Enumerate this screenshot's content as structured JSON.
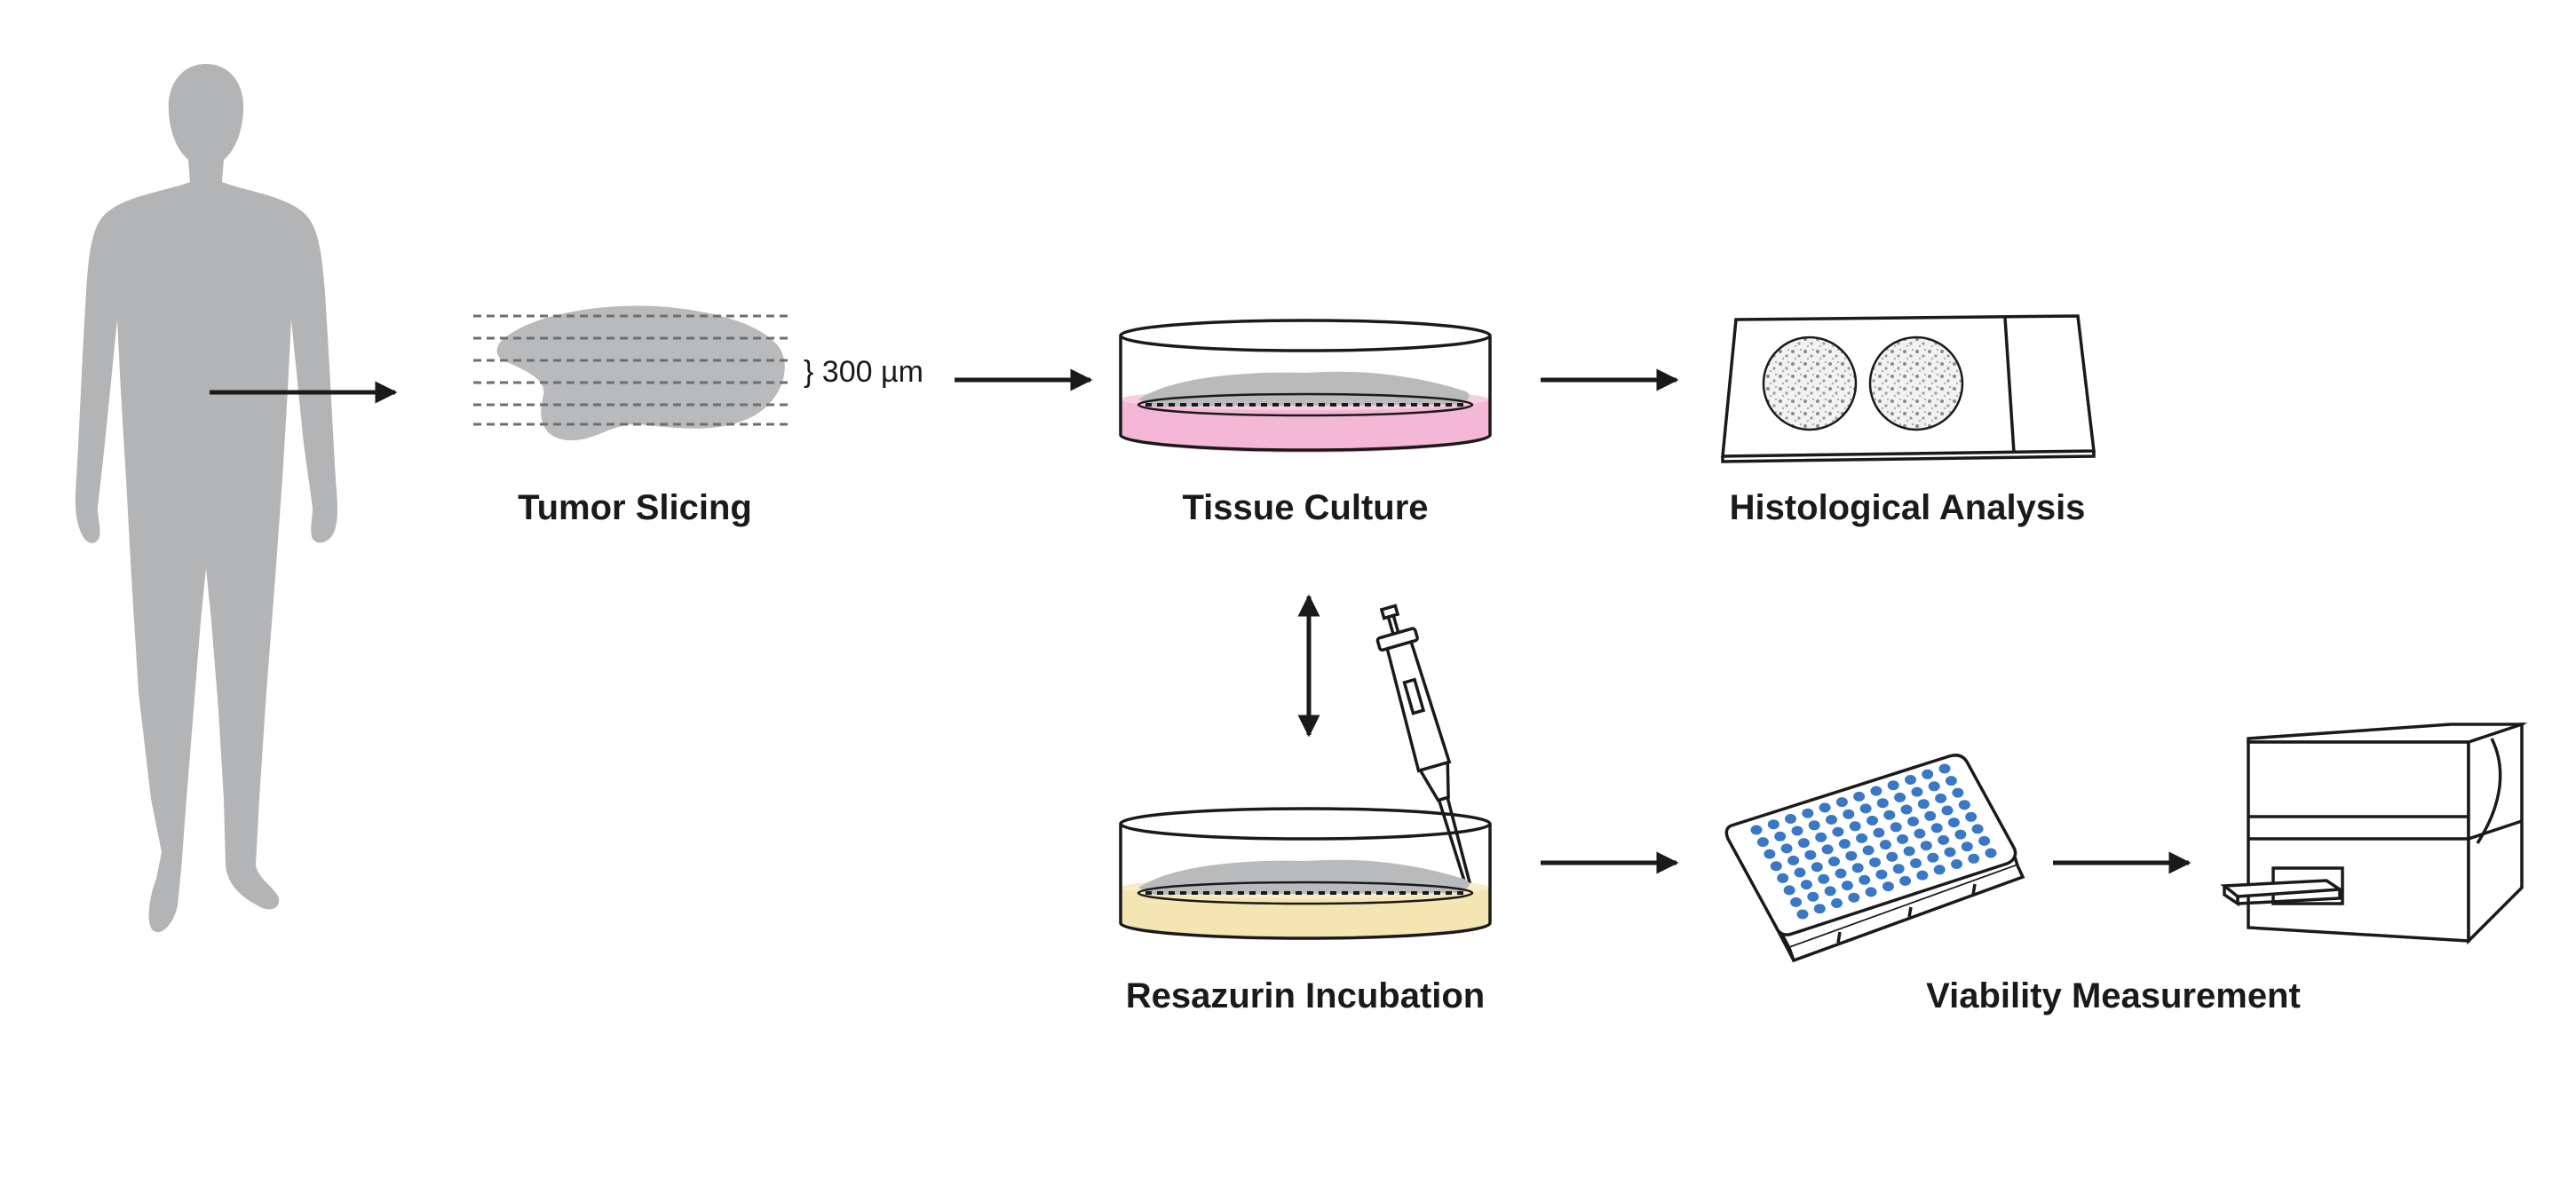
{
  "colors": {
    "silhouette": "#b3b4b6",
    "tissue": "#b9babc",
    "culture_medium": "#f4b8d6",
    "resazurin_medium": "#f3e6b3",
    "well_dots": "#3a78c6",
    "line": "#1a1a1a"
  },
  "steps": {
    "tumor_slicing": "Tumor Slicing",
    "tissue_culture": "Tissue Culture",
    "histological_analysis": "Histological Analysis",
    "resazurin_incubation": "Resazurin Incubation",
    "viability_measurement": "Viability Measurement"
  },
  "slice_thickness": "} 300 µm",
  "icons": {
    "human": "human-silhouette-icon",
    "tumor": "tumor-slicing-icon",
    "culture_dish": "petri-dish-icon",
    "slide": "microscope-slide-icon",
    "pipette": "pipette-icon",
    "well_plate": "96-well-plate-icon",
    "plate_reader": "plate-reader-icon"
  },
  "plate": {
    "rows": 8,
    "columns": 12
  }
}
